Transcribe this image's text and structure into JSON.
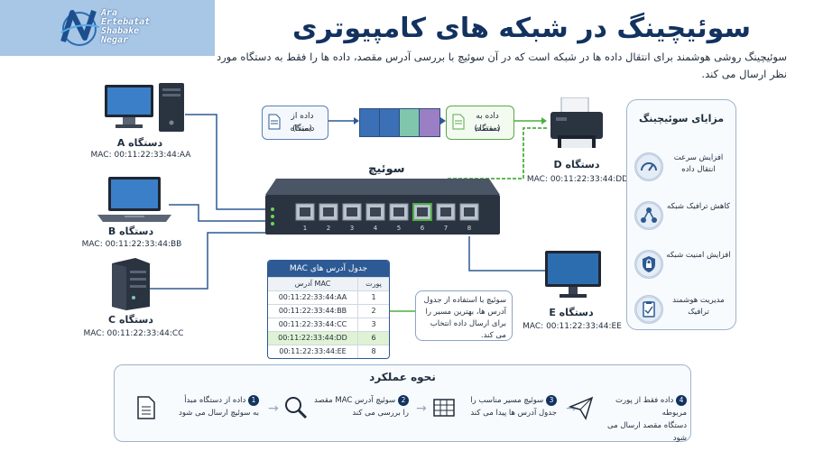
{
  "logo": {
    "lines": [
      "Ara",
      "Ertebatat",
      "Shabake",
      "Negar"
    ]
  },
  "title": "سوئیچینگ در شبکه های کامپیوتری",
  "intro": "سوئیچینگ روشی هوشمند برای انتقال داده ها در شبکه است که در آن سوئیچ با بررسی آدرس مقصد، داده ها را فقط به دستگاه مورد نظر ارسال می کند.",
  "devices": {
    "a": {
      "label": "دستگاه A",
      "mac": "MAC: 00:11:22:33:44:AA"
    },
    "b": {
      "label": "دستگاه B",
      "mac": "MAC: 00:11:22:33:44:BB"
    },
    "c": {
      "label": "دستگاه C",
      "mac": "MAC: 00:11:22:33:44:CC"
    },
    "d": {
      "label": "دستگاه D",
      "mac": "MAC: 00:11:22:33:44:DD"
    },
    "e": {
      "label": "دستگاه E",
      "mac": "MAC: 00:11:22:33:44:EE"
    }
  },
  "flow": {
    "source_line1": "داده از دستگاه",
    "source_line2": "(مبدا)",
    "dest_line1": "داده به دستگاه",
    "dest_line2": "(مقصد)"
  },
  "colors": {
    "packets": [
      "#3b6fb6",
      "#3b6fb6",
      "#7fc6ad",
      "#9b7fc4",
      "#3b6fb6"
    ],
    "accent": "#12325f",
    "green": "#4caf3f"
  },
  "switch": {
    "label": "سوئیچ",
    "ports": [
      "1",
      "2",
      "3",
      "4",
      "5",
      "6",
      "7",
      "8"
    ],
    "highlight_port": "6"
  },
  "mac_table": {
    "title": "جدول آدرس های MAC",
    "col_port": "پورت",
    "col_mac": "آدرس MAC",
    "rows": [
      {
        "port": "1",
        "mac": "00:11:22:33:44:AA"
      },
      {
        "port": "2",
        "mac": "00:11:22:33:44:BB"
      },
      {
        "port": "3",
        "mac": "00:11:22:33:44:CC"
      },
      {
        "port": "6",
        "mac": "00:11:22:33:44:DD",
        "highlight": true
      },
      {
        "port": "8",
        "mac": "00:11:22:33:44:EE"
      }
    ]
  },
  "callout": "سوئیچ با استفاده از جدول آدرس ها، بهترین مسیر را برای ارسال داده انتخاب می کند.",
  "benefits": {
    "title": "مزایای سوئیچینگ",
    "items": [
      {
        "icon": "speedometer-icon",
        "text": "افزایش سرعت انتقال داده"
      },
      {
        "icon": "network-icon",
        "text": "کاهش ترافیک شبکه"
      },
      {
        "icon": "lock-shield-icon",
        "text": "افزایش امنیت شبکه"
      },
      {
        "icon": "clipboard-check-icon",
        "text": "مدیریت هوشمند ترافیک"
      }
    ]
  },
  "how": {
    "title": "نحوه عملکرد",
    "steps": [
      {
        "num": "1",
        "icon": "document-icon",
        "line1": "داده از دستگاه مبدأ",
        "line2": "به سوئیچ ارسال می شود"
      },
      {
        "num": "2",
        "icon": "search-icon",
        "line1": "سوئیچ آدرس MAC مقصد",
        "line2": "را بررسی می کند"
      },
      {
        "num": "3",
        "icon": "table-icon",
        "line1": "سوئیچ مسیر مناسب را",
        "line2": "جدول آدرس ها پیدا می کند"
      },
      {
        "num": "4",
        "icon": "send-icon",
        "line1": "داده فقط از پورت مربوطه",
        "line2": "دستگاه مقصد ارسال می شود"
      }
    ]
  }
}
